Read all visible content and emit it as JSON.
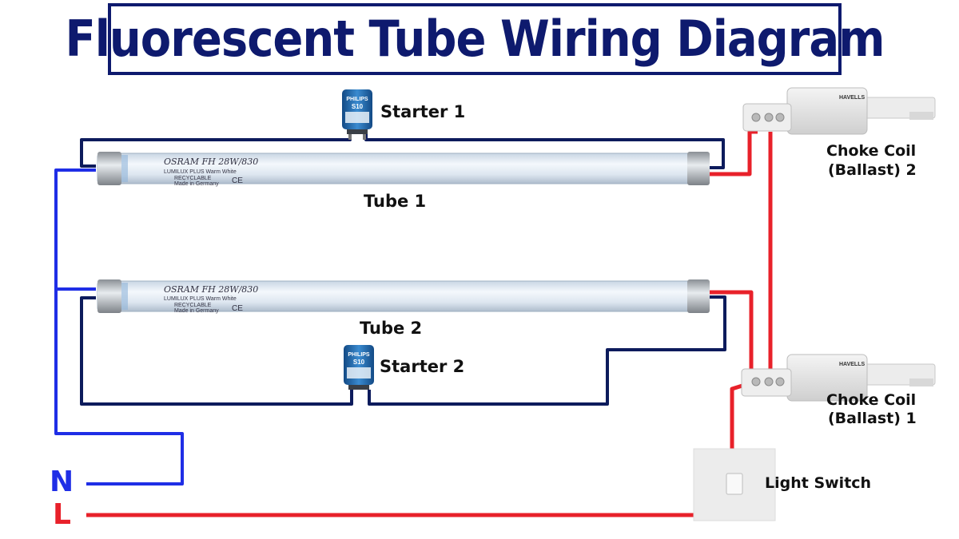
{
  "title": "Fluorescent Tube Wiring Diagram",
  "labels": {
    "starter1": "Starter 1",
    "starter2": "Starter 2",
    "tube1": "Tube 1",
    "tube2": "Tube 2",
    "choke2_line1": "Choke Coil",
    "choke2_line2": "(Ballast) 2",
    "choke1_line1": "Choke Coil",
    "choke1_line2": "(Ballast) 1",
    "light_switch": "Light Switch",
    "neutral": "N",
    "live": "L"
  },
  "tube_print": {
    "model": "OSRAM FH 28W/830",
    "line2": "LUMILUX PLUS Warm White",
    "line3": "RECYCLABLE",
    "line4": "Made in Germany",
    "ce": "CE"
  },
  "starter_print": {
    "brand": "PHILIPS",
    "model": "S10"
  },
  "ballast_print": {
    "brand": "HAVELLS"
  },
  "colors": {
    "title": "#0e1a6e",
    "wire_dark": "#0d1b5c",
    "wire_neutral": "#1f2ee6",
    "wire_live": "#e8212a",
    "tube_body": "#dfe8f1",
    "starter_blue": "#1f6fb5",
    "ballast": "#e6e6e6"
  }
}
